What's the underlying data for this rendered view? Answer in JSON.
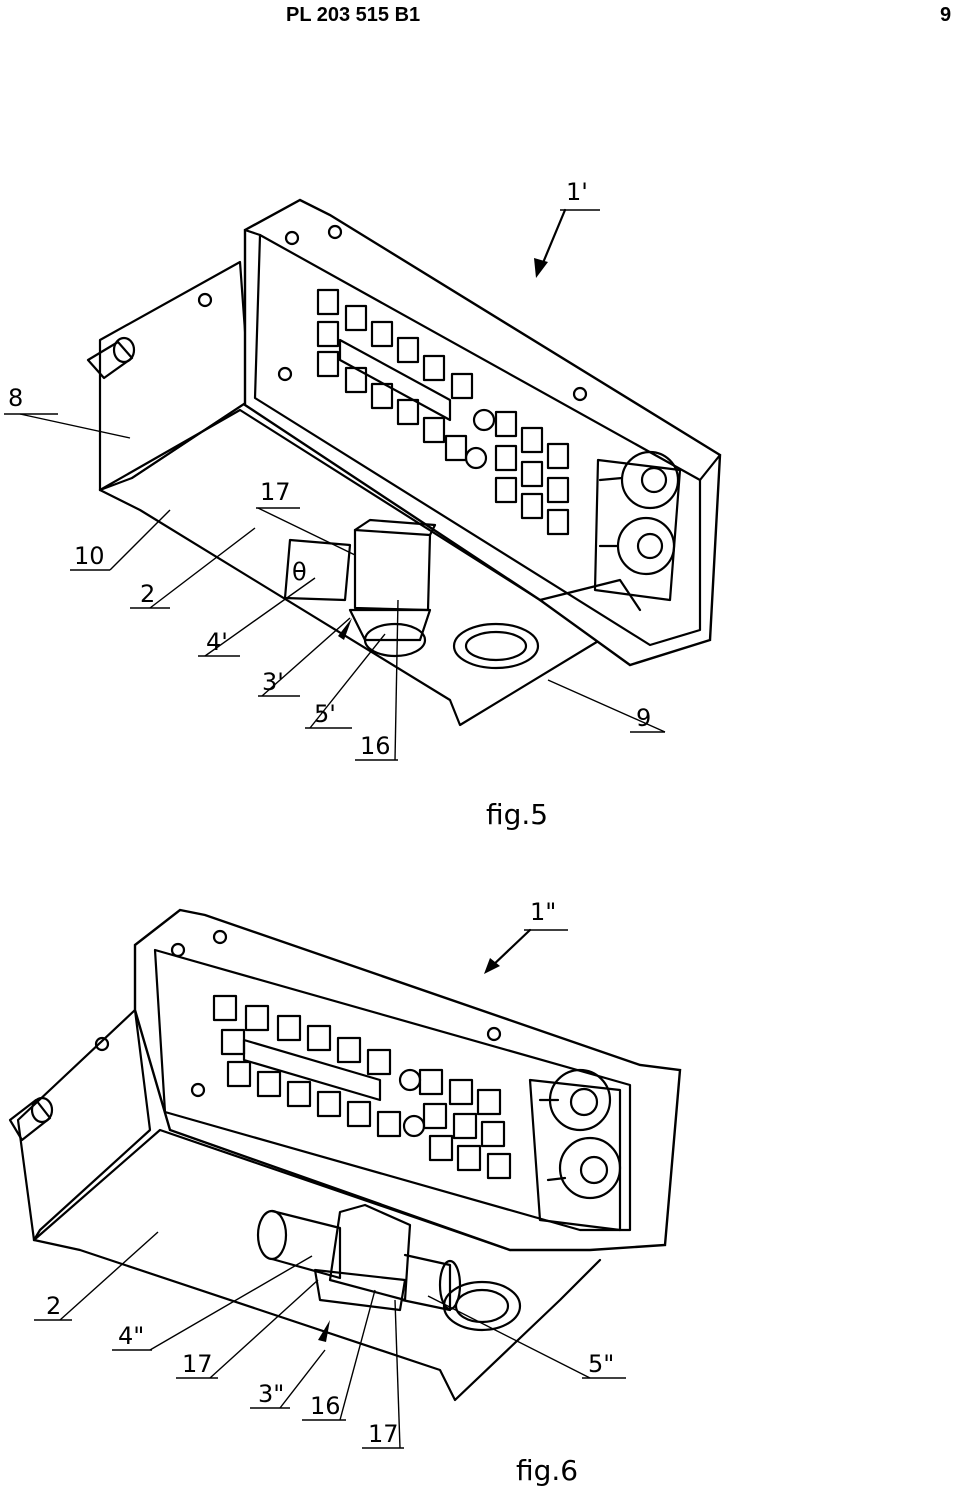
{
  "header": {
    "patent_number": "PL 203 515 B1",
    "page_number": "9"
  },
  "figure5": {
    "caption": "fig.5",
    "labels": {
      "device": "1'",
      "l8": "8",
      "l17": "17",
      "l10": "10",
      "l2": "2",
      "l4": "4'",
      "l3": "3'",
      "l5": "5'",
      "l16": "16",
      "l9": "9"
    }
  },
  "figure6": {
    "caption": "fig.6",
    "labels": {
      "device": "1\"",
      "l2": "2",
      "l4": "4\"",
      "l17a": "17",
      "l3": "3\"",
      "l16": "16",
      "l17b": "17",
      "l5": "5\""
    }
  }
}
